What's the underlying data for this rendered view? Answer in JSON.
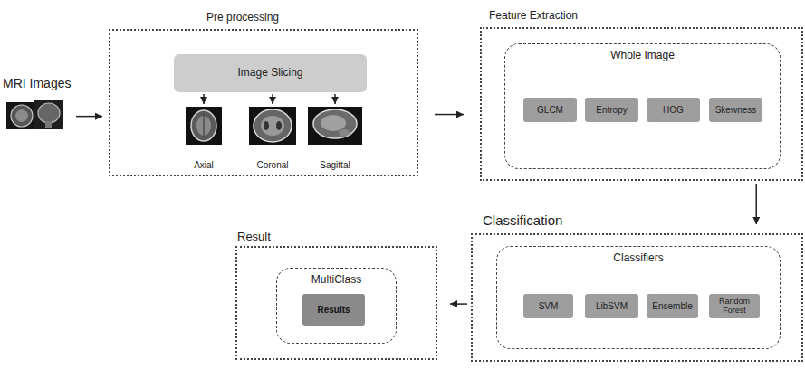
{
  "diagram": {
    "nodes": [
      {
        "text": [
          "MRI Images"
        ]
      },
      {
        "text": [
          "Pre processing"
        ]
      },
      {
        "text": [
          "Image Slicing"
        ],
        "in": 1
      },
      {
        "text": [
          "Axial"
        ],
        "in": 1
      },
      {
        "text": [
          "Coronal"
        ],
        "in": 1
      },
      {
        "text": [
          "Sagittal"
        ],
        "in": 1
      },
      {
        "text": [
          "Feature Extraction"
        ]
      },
      {
        "text": [
          "Whole Image"
        ],
        "in": 6
      },
      {
        "text": [
          "GLCM"
        ],
        "in": 7
      },
      {
        "text": [
          "Entropy"
        ],
        "in": 7
      },
      {
        "text": [
          "HOG"
        ],
        "in": 7
      },
      {
        "text": [
          "Skewness"
        ],
        "in": 7
      },
      {
        "text": [
          "Classification"
        ]
      },
      {
        "text": [
          "Classifiers"
        ],
        "in": 12
      },
      {
        "text": [
          "SVM"
        ],
        "in": 13
      },
      {
        "text": [
          "LibSVM"
        ],
        "in": 13
      },
      {
        "text": [
          "Ensemble"
        ],
        "in": 13
      },
      {
        "text": [
          "Random Forest"
        ],
        "in": 13
      },
      {
        "text": [
          "Result"
        ]
      },
      {
        "text": [
          "MultiClass"
        ],
        "in": 18
      },
      {
        "text": [
          "Results"
        ],
        "in": 19
      }
    ],
    "edges": [
      {
        "from": 0,
        "to": 1,
        "arrow": "to"
      },
      {
        "from": 2,
        "to": 3,
        "arrow": "to"
      },
      {
        "from": 2,
        "to": 4,
        "arrow": "to"
      },
      {
        "from": 2,
        "to": 5,
        "arrow": "to"
      },
      {
        "from": 1,
        "to": 6,
        "arrow": "to"
      },
      {
        "from": 6,
        "to": 12,
        "arrow": "to"
      },
      {
        "from": 12,
        "to": 18,
        "arrow": "to"
      }
    ]
  }
}
